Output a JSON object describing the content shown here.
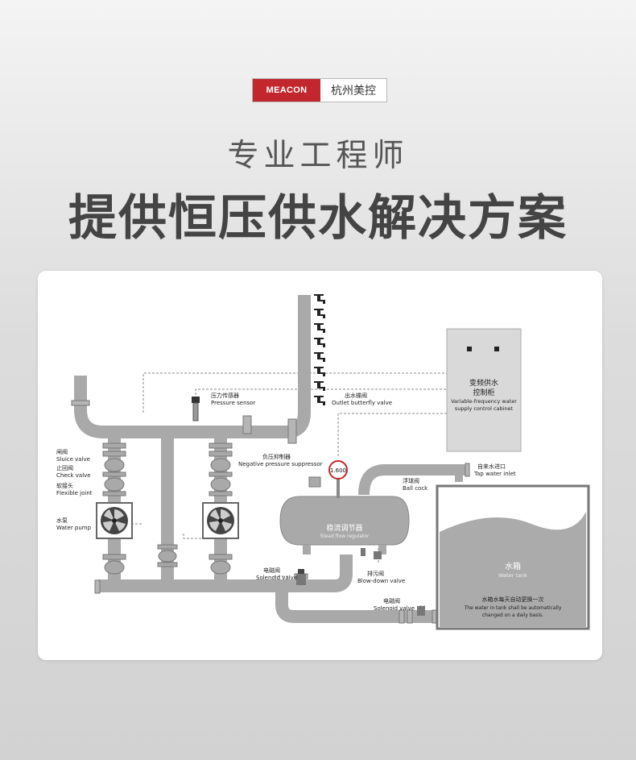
{
  "brand": {
    "logo_text": "MEACON",
    "name": "杭州美控"
  },
  "subtitle": "专业工程师",
  "title": "提供恒压供水解决方案",
  "diagram": {
    "labels": {
      "sluice_cn": "闸阀",
      "sluice_en": "Sluice valve",
      "check_cn": "止回阀",
      "check_en": "Check valve",
      "flex_cn": "软接头",
      "flex_en": "Flexible joint",
      "pump_cn": "水泵",
      "pump_en": "Water pump",
      "pressure_cn": "压力传感器",
      "pressure_en": "Pressure sensor",
      "outlet_cn": "出水蝶阀",
      "outlet_en": "Outlet butterfly valve",
      "cabinet_cn1": "变频供水",
      "cabinet_cn2": "控制柜",
      "cabinet_en1": "Variable-frequency water",
      "cabinet_en2": "supply control cabinet",
      "neg_cn": "负压抑制器",
      "neg_en": "Negative pressure suppressor",
      "gauge": "1.600",
      "tapinlet_cn": "自来水进口",
      "tapinlet_en": "Tap water inlet",
      "ball_cn": "浮球阀",
      "ball_en": "Ball cock",
      "steady_cn": "稳流调节器",
      "steady_en": "Stead flow regulator",
      "tank_cn": "水箱",
      "tank_en": "Water tank",
      "note_cn": "水箱水每天自动更换一次",
      "note_en1": "The water in tank shall be automatically",
      "note_en2": "changed on a daily basis.",
      "sol1_cn": "电磁阀",
      "sol1_en": "Solenoid valve",
      "blow_cn": "排污阀",
      "blow_en": "Blow-down valve",
      "sol2_cn": "电磁阀",
      "sol2_en": "Solenoid valve"
    }
  },
  "colors": {
    "pipe": "#a9a9a9",
    "brand_red": "#c1272d",
    "title": "#444444"
  }
}
